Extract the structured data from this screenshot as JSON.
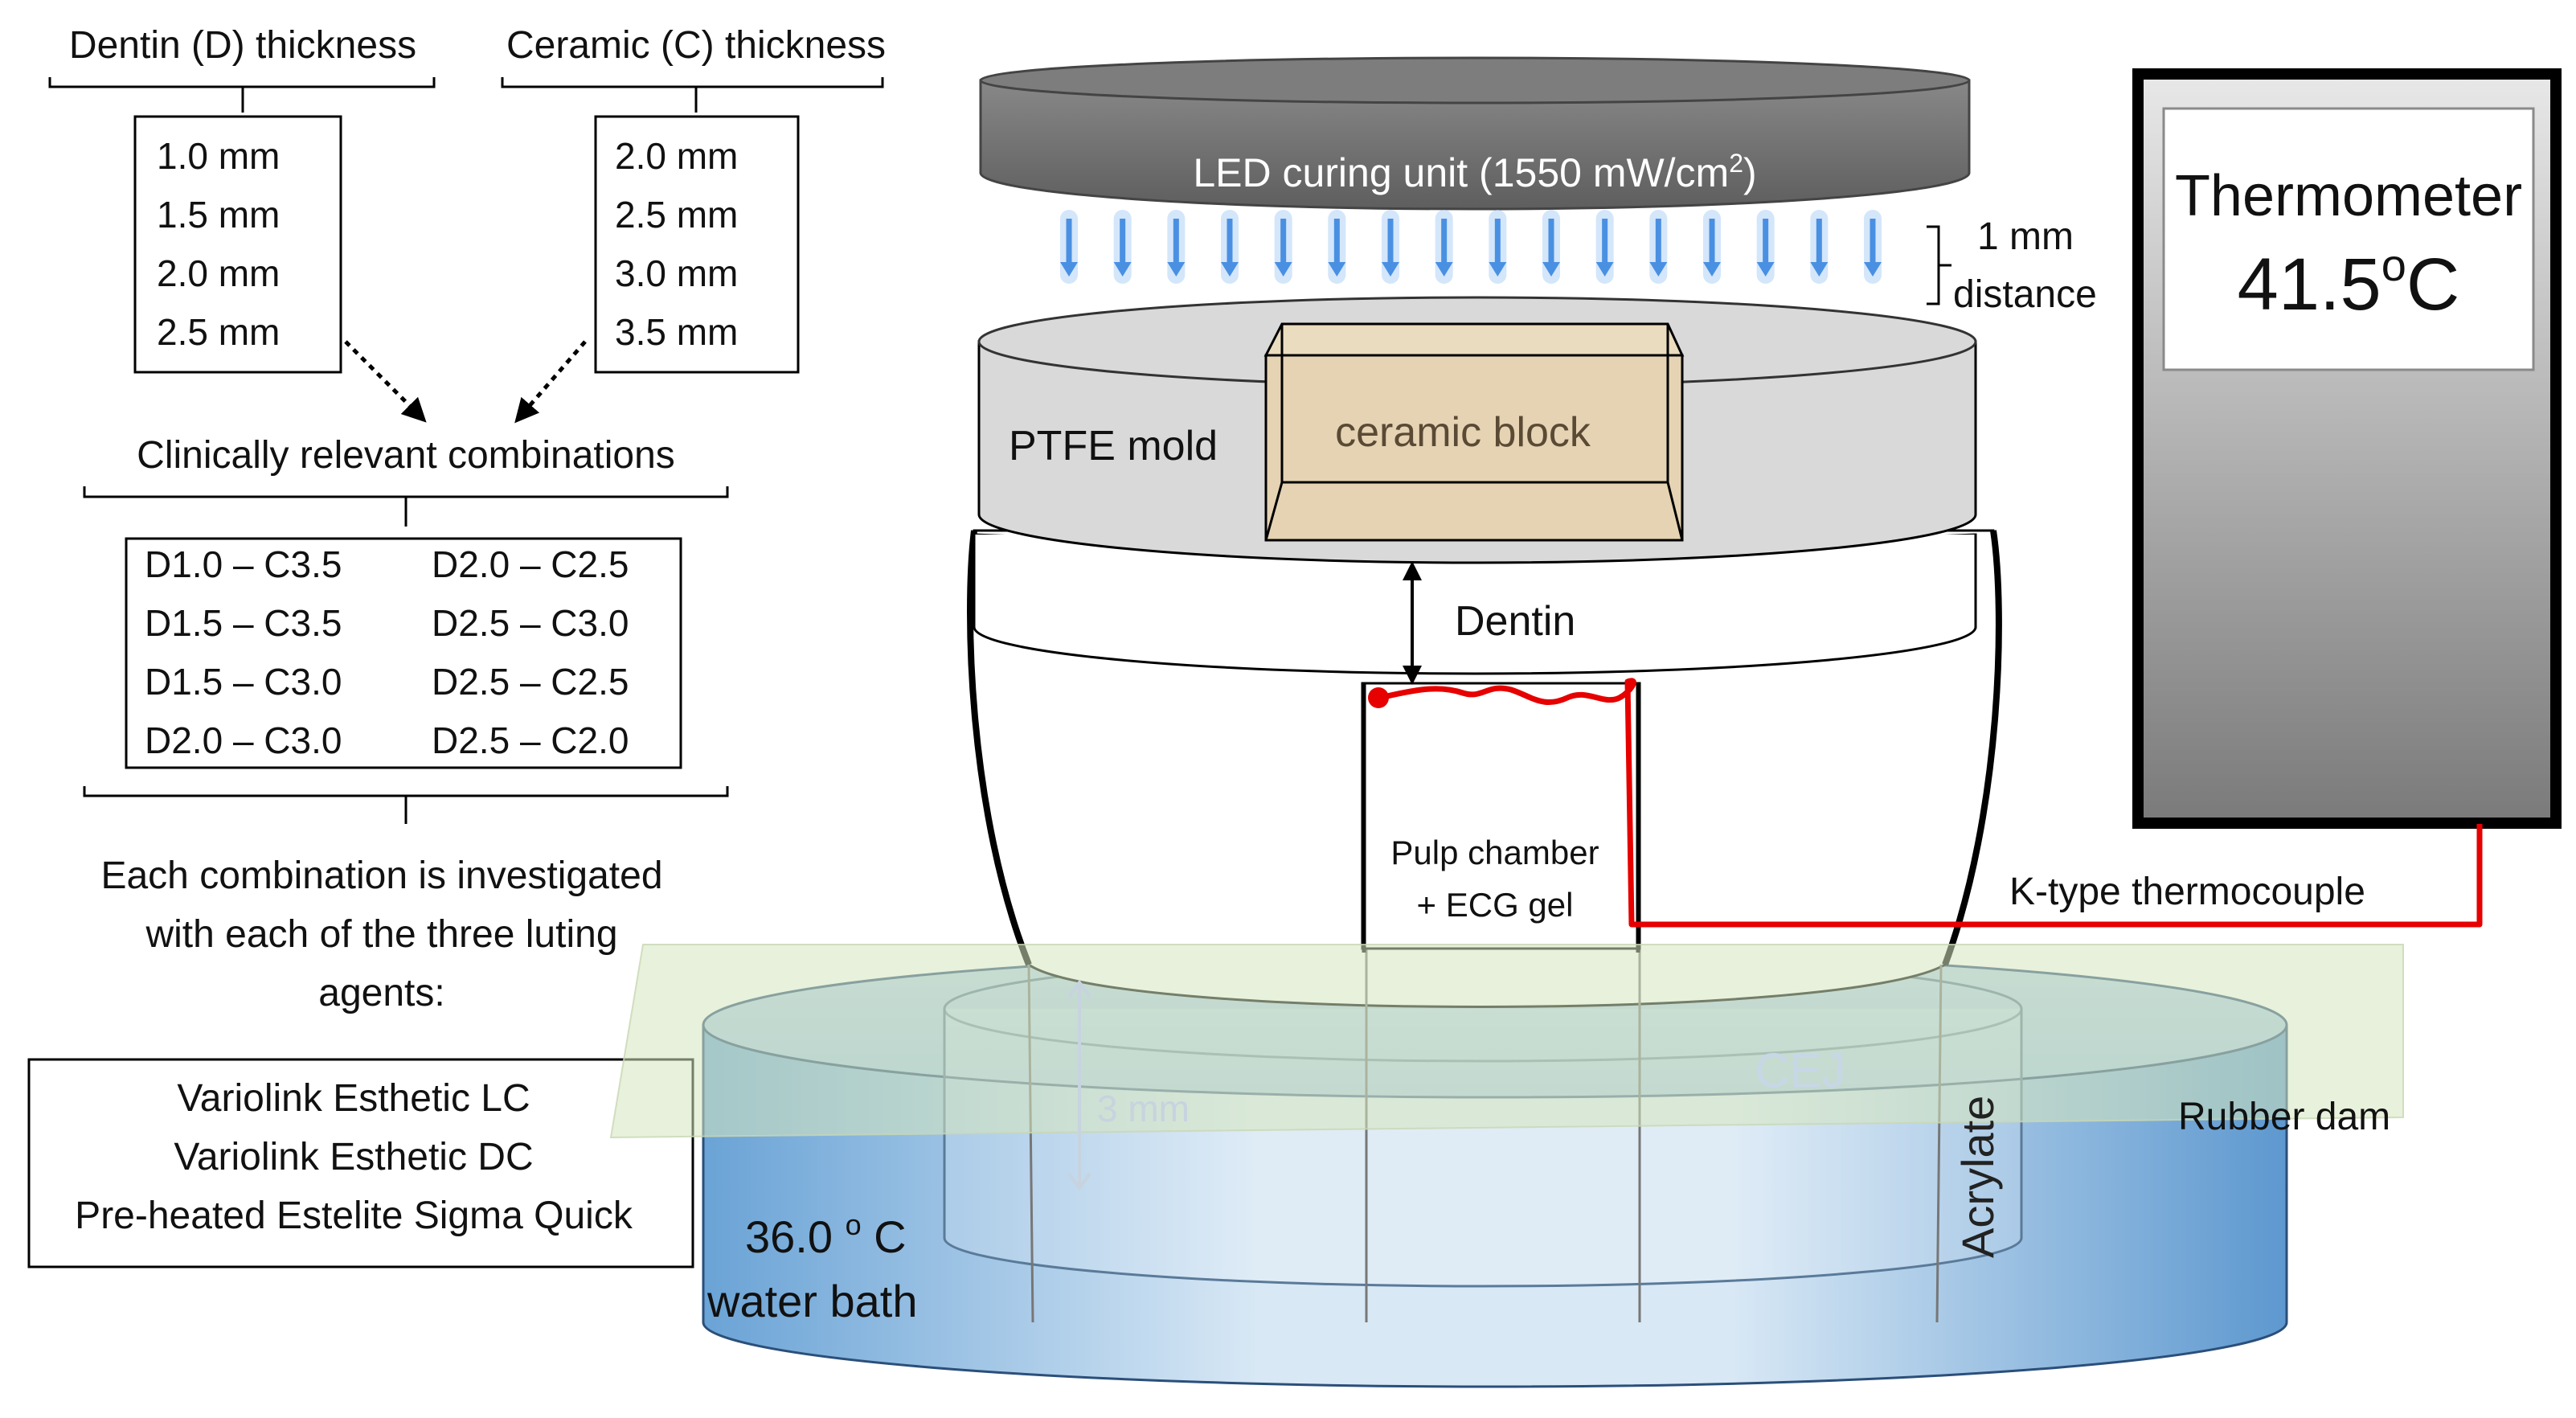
{
  "left_panel": {
    "dentin_header": "Dentin (D) thickness",
    "ceramic_header": "Ceramic (C) thickness",
    "dentin_values": [
      "1.0 mm",
      "1.5 mm",
      "2.0 mm",
      "2.5 mm"
    ],
    "ceramic_values": [
      "2.0 mm",
      "2.5 mm",
      "3.0 mm",
      "3.5 mm"
    ],
    "combinations_header": "Clinically relevant combinations",
    "combinations_left": [
      "D1.0 – C3.5",
      "D1.5 – C3.5",
      "D1.5 – C3.0",
      "D2.0 – C3.0"
    ],
    "combinations_right": [
      "D2.0 – C2.5",
      "D2.5 – C3.0",
      "D2.5 – C2.5",
      "D2.5 – C2.0"
    ],
    "investigation_text": [
      "Each combination is investigated",
      "with each of the three luting",
      "agents:"
    ],
    "agents": [
      "Variolink Esthetic LC",
      "Variolink Esthetic DC",
      "Pre-heated Estelite Sigma Quick"
    ]
  },
  "setup": {
    "led_label": "LED curing unit (1550 mW/cm",
    "led_sup": "2",
    "led_close": ")",
    "distance_value": "1 mm",
    "distance_word": "distance",
    "ptfe_label": "PTFE mold",
    "ceramic_block_label": "ceramic block",
    "dentin_label": "Dentin",
    "pulp_label_1": "Pulp chamber",
    "pulp_label_2": "+ ECG gel",
    "thermocouple_label": "K-type thermocouple",
    "cej_label": "CEJ",
    "three_mm_label": "3 mm",
    "acrylate_label": "Acrylate",
    "rubber_dam_label": "Rubber dam",
    "water_temp_value": "36.0 ",
    "water_temp_unit": "o",
    "water_temp_c": "C",
    "water_bath_label": "water bath"
  },
  "thermometer": {
    "title": "Thermometer",
    "value": "41.5",
    "degree": "o",
    "unit": "C"
  },
  "colors": {
    "led_body": "#6b6b6b",
    "led_arrow": "#4a90e2",
    "ptfe": "#d9d9d9",
    "ceramic": "#e5d3b3",
    "thermocouple": "#e60000",
    "water": "#7fb1de",
    "rubber_dam": "#e6efd6"
  }
}
